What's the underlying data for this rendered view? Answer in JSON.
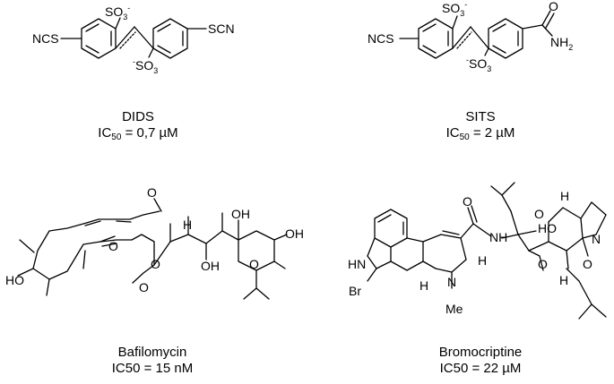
{
  "compounds": [
    {
      "name": "DIDS",
      "ic50_label": "IC",
      "ic50_sub": "50",
      "ic50_value": " = 0,7 µM",
      "atoms": {
        "ncs": "NCS",
        "scn": "SCN",
        "so3_top": "SO",
        "so3_bottom": "SO",
        "so3_sub": "3",
        "charge": "-"
      }
    },
    {
      "name": "SITS",
      "ic50_label": "IC",
      "ic50_sub": "50",
      "ic50_value": " = 2 µM",
      "atoms": {
        "ncs": "NCS",
        "so3_top": "SO",
        "so3_bottom": "SO",
        "so3_sub": "3",
        "charge": "-",
        "o": "O",
        "nh2": "NH",
        "nh2_sub": "2"
      }
    },
    {
      "name": "Bafilomycin",
      "ic50_text": "IC50 = 15 nM",
      "atoms": {
        "o": "O",
        "oh": "OH",
        "ho": "HO",
        "h": "H"
      }
    },
    {
      "name": "Bromocriptine",
      "ic50_text": "IC50 = 22  µM",
      "atoms": {
        "hn": "HN",
        "br": "Br",
        "n": "N",
        "me": "Me",
        "h": "H",
        "o": "O",
        "ho": "HO",
        "nh": "NH"
      }
    }
  ],
  "colors": {
    "ink": "#000000",
    "background": "#ffffff"
  }
}
